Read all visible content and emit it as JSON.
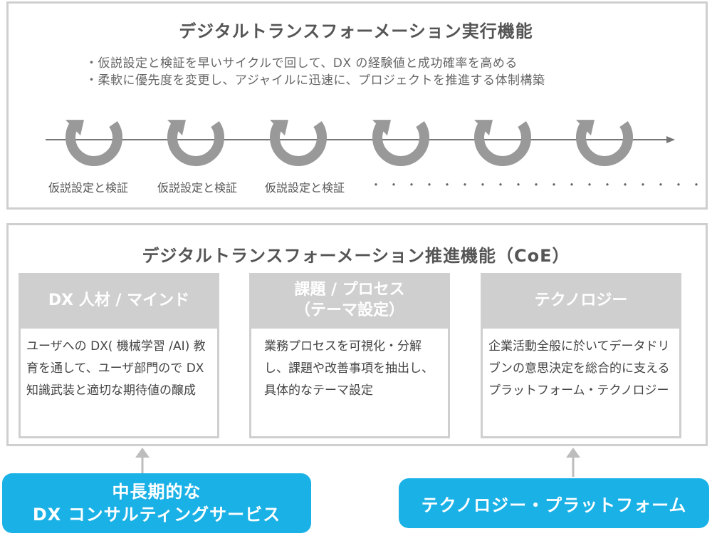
{
  "top": {
    "title": "デジタルトランスフォーメーション実行機能",
    "bullets": [
      "・仮説設定と検証を早いサイクルで回して、DX の経験値と成功確率を高める",
      "・柔軟に優先度を変更し、アジャイルに迅速に、プロジェクトを推進する体制構築"
    ],
    "cycle_labels": [
      "仮説設定と検証",
      "仮説設定と検証",
      "仮説設定と検証"
    ],
    "dots": "・・・・・・・・・・・・・・・・・・・・・"
  },
  "coe": {
    "title": "デジタルトランスフォーメーション推進機能（CoE）",
    "columns": [
      {
        "head_line1": "DX 人材 / マインド",
        "head_line2": "",
        "body": "ユーザへの DX( 機械学習 /AI) 教育を通して、ユーザ部門ので DX 知識武装と適切な期待値の醸成"
      },
      {
        "head_line1": "課題 / プロセス",
        "head_line2": "（テーマ設定）",
        "body": "業務プロセスを可視化・分解し、課題や改善事項を抽出し、具体的なテーマ設定"
      },
      {
        "head_line1": "テクノロジー",
        "head_line2": "",
        "body": "企業活動全般に於いてデータドリブンの意思決定を総合的に支えるプラットフォーム・テクノロジー"
      }
    ]
  },
  "bottom": {
    "left_line1": "中長期的な",
    "left_line2": "DX コンサルティングサービス",
    "right": "テクノロジー・プラットフォーム"
  },
  "colors": {
    "border": "#cfcfcf",
    "cycle": "#999999",
    "accent": "#1ab1e6"
  },
  "icons": [
    "cycle-arrow-icon",
    "timeline-arrow-icon",
    "up-arrow-icon"
  ]
}
